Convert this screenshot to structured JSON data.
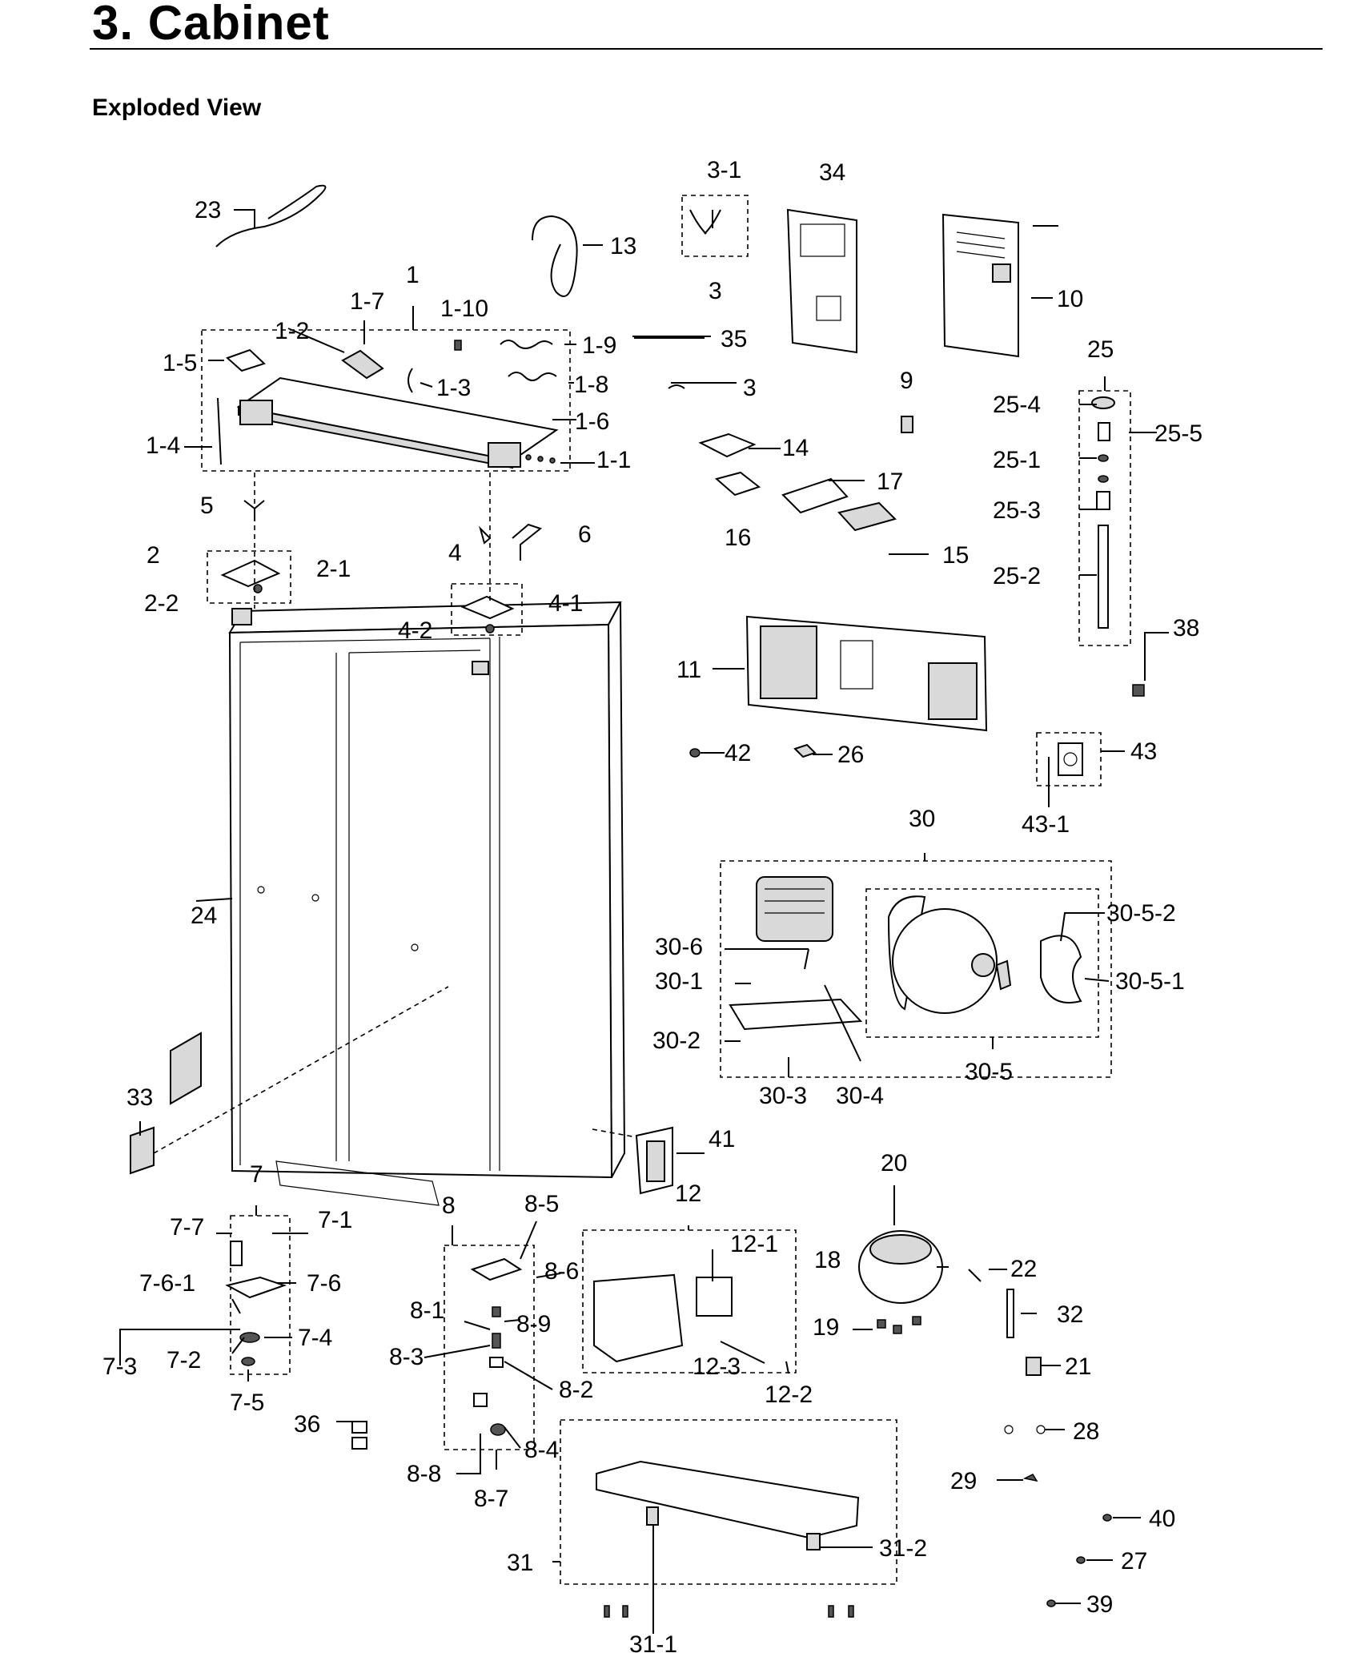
{
  "page": {
    "title": "3.  Cabinet",
    "subtitle": "Exploded View"
  },
  "parts": {
    "p1": "1",
    "p1_1": "1-1",
    "p1_2": "1-2",
    "p1_3": "1-3",
    "p1_4": "1-4",
    "p1_5": "1-5",
    "p1_6": "1-6",
    "p1_7": "1-7",
    "p1_8": "1-8",
    "p1_9": "1-9",
    "p1_10": "1-10",
    "p2": "2",
    "p2_1": "2-1",
    "p2_2": "2-2",
    "p3": "3",
    "p3b": "3",
    "p3_1": "3-1",
    "p4": "4",
    "p4_1": "4-1",
    "p4_2": "4-2",
    "p5": "5",
    "p6": "6",
    "p7": "7",
    "p7_1": "7-1",
    "p7_2": "7-2",
    "p7_3": "7-3",
    "p7_4": "7-4",
    "p7_5": "7-5",
    "p7_6": "7-6",
    "p7_6_1": "7-6-1",
    "p7_7": "7-7",
    "p8": "8",
    "p8_1": "8-1",
    "p8_2": "8-2",
    "p8_3": "8-3",
    "p8_4": "8-4",
    "p8_5": "8-5",
    "p8_6": "8-6",
    "p8_7": "8-7",
    "p8_8": "8-8",
    "p8_9": "8-9",
    "p9": "9",
    "p10": "10",
    "p11": "11",
    "p12": "12",
    "p12_1": "12-1",
    "p12_2": "12-2",
    "p12_3": "12-3",
    "p13": "13",
    "p14": "14",
    "p15": "15",
    "p16": "16",
    "p17": "17",
    "p18": "18",
    "p19": "19",
    "p20": "20",
    "p21": "21",
    "p22": "22",
    "p23": "23",
    "p24": "24",
    "p25": "25",
    "p25_1": "25-1",
    "p25_2": "25-2",
    "p25_3": "25-3",
    "p25_4": "25-4",
    "p25_5": "25-5",
    "p26": "26",
    "p27": "27",
    "p28": "28",
    "p29": "29",
    "p30": "30",
    "p30_1": "30-1",
    "p30_2": "30-2",
    "p30_3": "30-3",
    "p30_4": "30-4",
    "p30_5": "30-5",
    "p30_5_1": "30-5-1",
    "p30_5_2": "30-5-2",
    "p30_6": "30-6",
    "p31": "31",
    "p31_1": "31-1",
    "p31_2": "31-2",
    "p32": "32",
    "p33": "33",
    "p34": "34",
    "p35": "35",
    "p36": "36",
    "p38": "38",
    "p39": "39",
    "p40": "40",
    "p41": "41",
    "p42": "42",
    "p43": "43",
    "p43_1": "43-1"
  }
}
